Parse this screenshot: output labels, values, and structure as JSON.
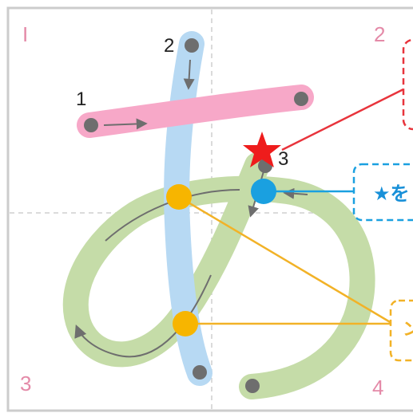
{
  "quadrants": {
    "top_left": "I",
    "top_right": "2",
    "bottom_left": "3",
    "bottom_right": "4"
  },
  "strokes": {
    "stroke1": {
      "number": "1",
      "color": "#f7a8c8"
    },
    "stroke2": {
      "number": "2",
      "color": "#b7d9f3"
    },
    "stroke3": {
      "number": "3",
      "color": "#c5dca8"
    }
  },
  "callouts": {
    "star_callout": {
      "text": "★を",
      "border": "#1aa0e0"
    },
    "red_callout": {
      "border": "#e8343c"
    },
    "yellow_callout": {
      "text": "ン",
      "border": "#f2b227"
    }
  },
  "colors": {
    "grid_border": "#cccccc",
    "guide_dash": "#cfcfcf",
    "start_dot": "#6e6e6e",
    "star": "#ee1c1c",
    "marker_blue": "#1aa0e0",
    "marker_yellow": "#f7b500"
  }
}
